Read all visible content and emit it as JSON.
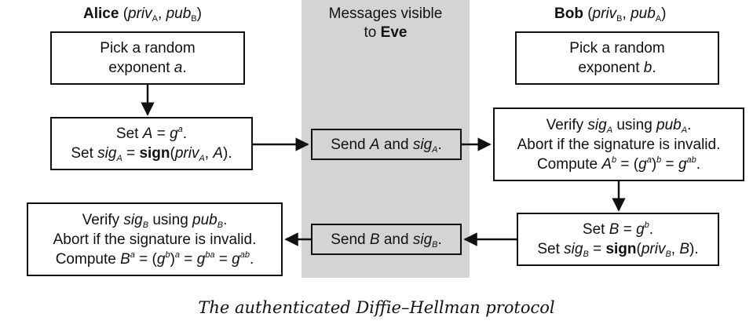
{
  "columns": {
    "alice": {
      "name": "Alice",
      "open": " (",
      "key1": "priv",
      "key1_sub": "A",
      "sep": ", ",
      "key2": "pub",
      "key2_sub": "B",
      "close": ")"
    },
    "eve": {
      "line1": "Messages visible",
      "line2_prefix": "to ",
      "line2_name": "Eve"
    },
    "bob": {
      "name": "Bob",
      "open": " (",
      "key1": "priv",
      "key1_sub": "B",
      "sep": ", ",
      "key2": "pub",
      "key2_sub": "A",
      "close": ")"
    }
  },
  "alice_pick": {
    "line1": "Pick a random",
    "line2_prefix": "exponent ",
    "line2_var": "a",
    "line2_suffix": "."
  },
  "bob_pick": {
    "line1": "Pick a random",
    "line2_prefix": "exponent ",
    "line2_var": "b",
    "line2_suffix": "."
  },
  "alice_set": {
    "l1_prefix": "Set ",
    "l1_var": "A",
    "l1_eq": " = ",
    "l1_base": "g",
    "l1_exp": "a",
    "l1_suffix": ".",
    "l2_prefix": "Set ",
    "l2_sig": "sig",
    "l2_sig_sub": "A",
    "l2_eq": " = ",
    "l2_fn": "sign",
    "l2_open": "(",
    "l2_priv": "priv",
    "l2_priv_sub": "A",
    "l2_comma": ", ",
    "l2_var": "A",
    "l2_close": ")."
  },
  "send_a": {
    "prefix": "Send ",
    "var": "A",
    "and": " and ",
    "sig": "sig",
    "sig_sub": "A",
    "suffix": "."
  },
  "bob_verify": {
    "l1_prefix": "Verify ",
    "l1_sig": "sig",
    "l1_sig_sub": "A",
    "l1_using": " using ",
    "l1_pub": "pub",
    "l1_pub_sub": "A",
    "l1_suffix": ".",
    "l2": "Abort if the signature is invalid.",
    "l3_prefix": "Compute ",
    "l3_base": "A",
    "l3_exp": "b",
    "l3_eq1": " = (",
    "l3_g1": "g",
    "l3_g1_exp": "a",
    "l3_paren": ")",
    "l3_paren_exp": "b",
    "l3_eq2": " = ",
    "l3_g2": "g",
    "l3_g2_exp": "ab",
    "l3_suffix": "."
  },
  "bob_set": {
    "l1_prefix": "Set ",
    "l1_var": "B",
    "l1_eq": " = ",
    "l1_base": "g",
    "l1_exp": "b",
    "l1_suffix": ".",
    "l2_prefix": "Set ",
    "l2_sig": "sig",
    "l2_sig_sub": "B",
    "l2_eq": " = ",
    "l2_fn": "sign",
    "l2_open": "(",
    "l2_priv": "priv",
    "l2_priv_sub": "B",
    "l2_comma": ", ",
    "l2_var": "B",
    "l2_close": ")."
  },
  "send_b": {
    "prefix": "Send ",
    "var": "B",
    "and": " and ",
    "sig": "sig",
    "sig_sub": "B",
    "suffix": "."
  },
  "alice_verify": {
    "l1_prefix": "Verify ",
    "l1_sig": "sig",
    "l1_sig_sub": "B",
    "l1_using": " using ",
    "l1_pub": "pub",
    "l1_pub_sub": "B",
    "l1_suffix": ".",
    "l2": "Abort if the signature is invalid.",
    "l3_prefix": "Compute ",
    "l3_base": "B",
    "l3_exp": "a",
    "l3_eq1": " = (",
    "l3_g1": "g",
    "l3_g1_exp": "b",
    "l3_paren": ")",
    "l3_paren_exp": "a",
    "l3_eq2": " = ",
    "l3_g2": "g",
    "l3_g2_exp": "ba",
    "l3_eq3": " = ",
    "l3_g3": "g",
    "l3_g3_exp": "ab",
    "l3_suffix": "."
  },
  "caption": "The authenticated Diffie–Hellman protocol",
  "colors": {
    "eve_band": "#d4d4d4",
    "stroke": "#111111",
    "box_fill": "#ffffff"
  }
}
